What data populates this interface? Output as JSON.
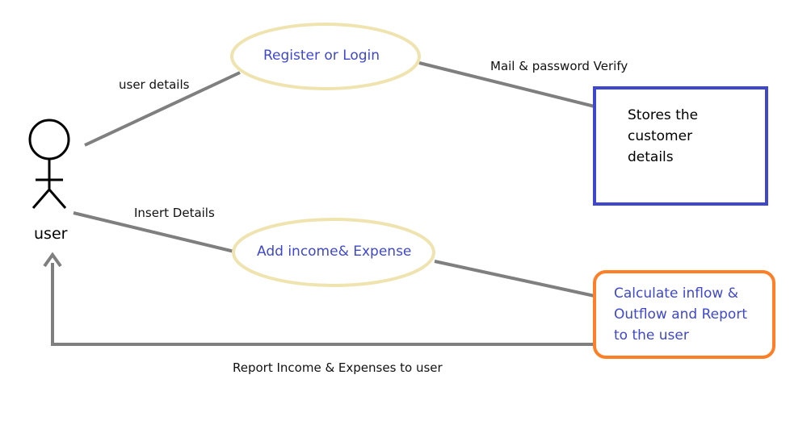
{
  "actor": {
    "label": "user"
  },
  "use_cases": {
    "register": {
      "label": "Register or Login"
    },
    "add_income": {
      "label": "Add income& Expense"
    }
  },
  "boxes": {
    "store": {
      "label": "Stores the\ncustomer\ndetails"
    },
    "calculate": {
      "label": "Calculate inflow &\nOutflow and Report\nto the user"
    }
  },
  "edges": {
    "user_details": "user details",
    "mail_verify": "Mail & password Verify",
    "insert_details": "Insert Details",
    "report": "Report Income & Expenses to user"
  },
  "colors": {
    "line": "#7f7f7f",
    "ellipse_border": "#efe4b0",
    "use_case_text": "#3f48cc",
    "store_box_border": "#3f48cc",
    "calc_box_border": "#ff7f27",
    "calc_box_text": "#3f48cc"
  }
}
